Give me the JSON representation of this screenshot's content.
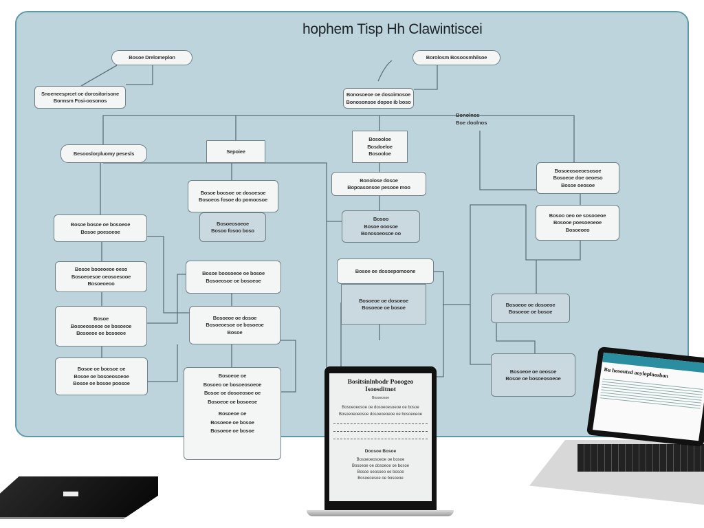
{
  "title": "hophem Tisp Hh Clawintiscei",
  "boxes": [
    {
      "lines": [
        "Bosoe Drelomeplon"
      ]
    },
    {
      "lines": [
        "Snoeneesprcet oe dorositorisone",
        "Bonnsm Fosi-oosonos"
      ]
    },
    {
      "lines": [
        "Borolosm Bosoosmhilsoe"
      ]
    },
    {
      "lines": [
        "Bonosoeoe oe dosoimosoe",
        "Bonosonsoe dopoe ib boso"
      ]
    },
    {
      "lines": [
        "Besooslorpluomy pesesls"
      ]
    },
    {
      "lines": [
        "Sepoiee"
      ]
    },
    {
      "lines": [
        "Bosooloe",
        "Bosdoeloe",
        "Bosooloe"
      ]
    },
    {
      "lines": [
        "Bonolose dosoe",
        "Bopoasonsoe pesooe moo"
      ]
    },
    {
      "lines": [
        "Bosoe boosoe oe dosoesoe",
        "Bosoeos fosoe do pomoosoe"
      ]
    },
    {
      "lines": [
        "Bosoeosoeoe",
        "Bosoo fosoo boso"
      ]
    },
    {
      "lines": [
        "Bosoo",
        "Bosoe ooosoe",
        "Bonosoeosoe oo"
      ]
    },
    {
      "lines": [
        "Bosoeosoeoesosoe",
        "Bosoeoe doe oeoeso",
        "Bosoe oeosoe"
      ]
    },
    {
      "lines": [
        "Bosoo oeo oe sosooeoe",
        "Bosooe poesoeoeoe",
        "Bosoeoeo"
      ]
    },
    {
      "lines": [
        "Bosoe bosoe oe bosoeoe",
        "Bosoe poesoeoe"
      ]
    },
    {
      "lines": [
        "Bosoe booeoeoe oeso",
        "Bosoeoesoe oeosoesooe",
        "Bosoeoeoo"
      ]
    },
    {
      "lines": [
        "Bosoe oe dosoepomoone"
      ]
    },
    {
      "lines": [
        "Bosoe boosoeoe oe bosoe",
        "Bosoeosoe oe bosoeoe"
      ]
    },
    {
      "lines": [
        "Bosoe",
        "Bosoeosoeoe oe bosoeoe",
        "Bosoeoe oe bosoeoe"
      ]
    },
    {
      "lines": [
        "Bosoeoe oe dosoe",
        "Bosoeoesoe oe bosoeoe",
        "Bosoe"
      ]
    },
    {
      "lines": [
        "Bosoeoe oe dosoeoe",
        "Bosoeoe oe bosoe"
      ]
    },
    {
      "lines": [
        "Bosoe oe boosoe oe",
        "Bosoe oe bosoeosoeoe",
        "Bosoe oe bosoe poosoe"
      ]
    },
    {
      "lines": [
        "Bosoeoe oe",
        "Bosoeo oe bosoeosoeoe",
        "Bosoe oe dosoeosoe oe",
        "Bosoeoe oe bosoeoe",
        "",
        "Bosoeoe oe",
        "Bosoeoe oe bosoe",
        "Bosoeoe oe bosoe"
      ]
    },
    {
      "lines": [
        "Bosoeoe oe oeosoe"
      ]
    }
  ],
  "side_label": [
    "Bonolnos",
    "Boe doolnos"
  ],
  "tablet": {
    "heading": "Bositsinlnbodr Pooogeo Isoosditnot",
    "sub": "Bosoeosoe",
    "para": [
      "Bosoeoeosoe oe dosoeoesoeoe oe bosoe",
      "Bosoeoeoeosoe dosoeoeoeoe oe bosoeoeoe"
    ],
    "footer_title": "Doosoe Bosoe",
    "footer": [
      "Bosoeoeosoeoe oe bosoe",
      "Bosoeoe oe dosoeoe oe bosoe",
      "Bosoe oeosoeo oe bosoe",
      "Bosoeoesoe oe bosoeoe"
    ]
  },
  "laptop": {
    "heading": "Bu hosoutsd aoyloplnosbon"
  }
}
